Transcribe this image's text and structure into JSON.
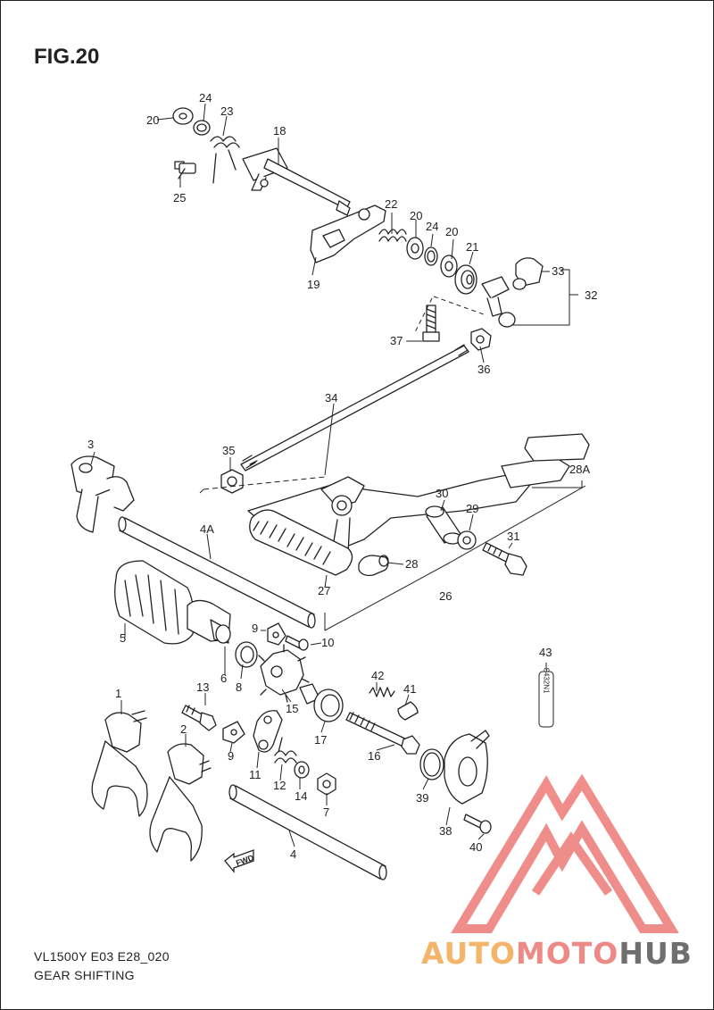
{
  "figure": {
    "title": "FIG.20"
  },
  "footer": {
    "model_code": "VL1500Y E03 E28_020",
    "section_name": "GEAR SHIFTING"
  },
  "watermark": {
    "part1": "AUTO",
    "part2": "MOTO",
    "part3": "HUB",
    "color_auto": "#f4b46a",
    "color_moto": "#ee8a86",
    "color_hub": "#6f6f6f"
  },
  "fwd_marker": "FWD",
  "label_43_stamp": "S432N1",
  "callouts": [
    "1",
    "2",
    "3",
    "4",
    "4A",
    "5",
    "6",
    "7",
    "8",
    "9",
    "9",
    "10",
    "11",
    "12",
    "13",
    "14",
    "15",
    "16",
    "17",
    "18",
    "19",
    "20",
    "20",
    "20",
    "21",
    "22",
    "23",
    "24",
    "24",
    "25",
    "26",
    "27",
    "28",
    "28A",
    "29",
    "30",
    "31",
    "32",
    "33",
    "34",
    "35",
    "36",
    "37",
    "38",
    "39",
    "40",
    "41",
    "42",
    "43"
  ]
}
